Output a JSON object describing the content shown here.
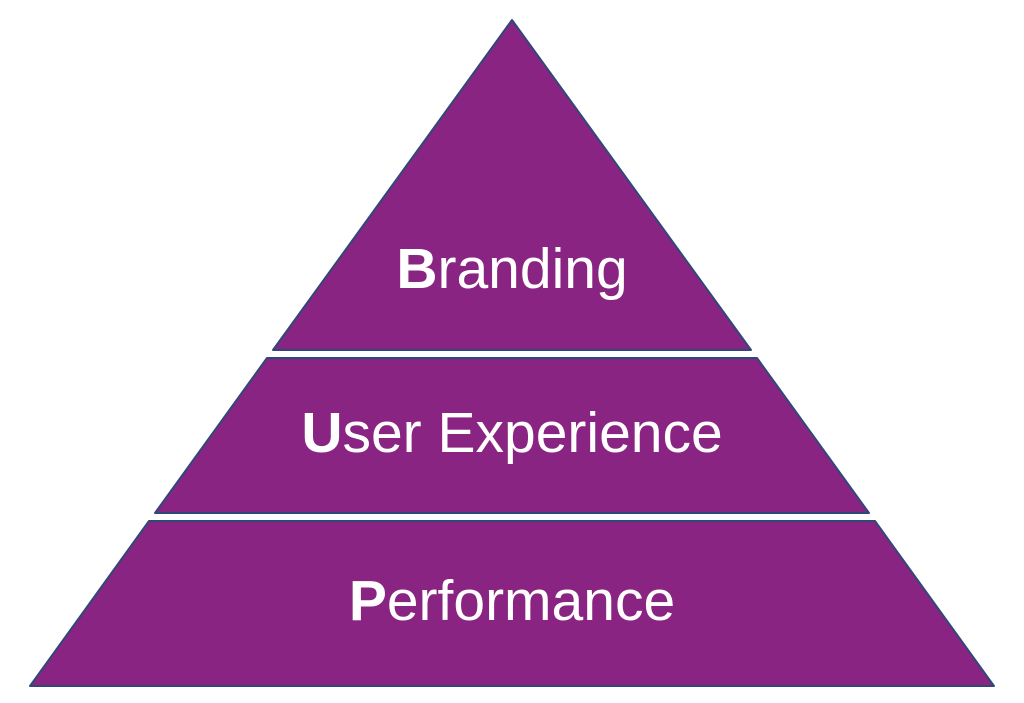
{
  "diagram": {
    "type": "pyramid",
    "tier_count": 3,
    "fill_color": "#8A2483",
    "stroke_color": "#304878",
    "text_color": "#FFFFFF",
    "background_color": "#FFFFFF",
    "tiers": [
      {
        "label": "Branding",
        "initial": "B",
        "rest": "randing",
        "position": "top"
      },
      {
        "label": "User Experience",
        "initial": "U",
        "rest": "ser Experience",
        "position": "middle"
      },
      {
        "label": "Performance",
        "initial": "P",
        "rest": "erformance",
        "position": "bottom"
      }
    ]
  }
}
